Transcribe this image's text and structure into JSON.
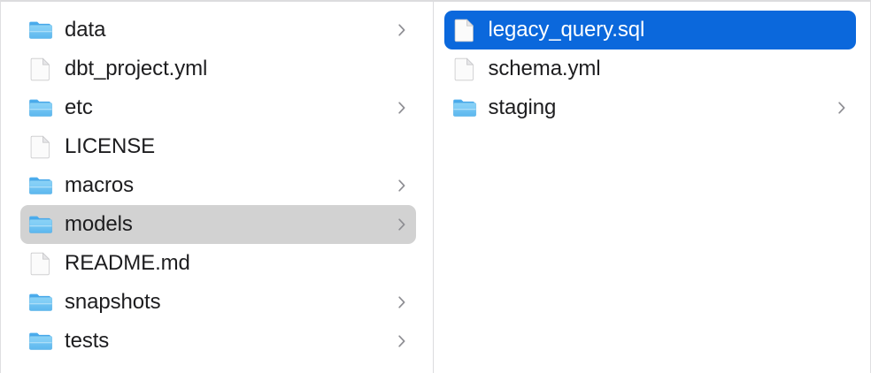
{
  "window": {
    "view_mode": "column-view",
    "accent_color": "#0b68dc",
    "selection_gray": "#d2d2d2",
    "divider_color": "#dcdcde",
    "text_color": "#1d1d1f"
  },
  "columns": [
    {
      "name": "parent-column",
      "items": [
        {
          "label": "data",
          "type": "folder",
          "icon": "folder-icon",
          "has_chevron": true,
          "selected": false,
          "selection": "none"
        },
        {
          "label": "dbt_project.yml",
          "type": "file",
          "icon": "document-icon",
          "has_chevron": false,
          "selected": false,
          "selection": "none"
        },
        {
          "label": "etc",
          "type": "folder",
          "icon": "folder-icon",
          "has_chevron": true,
          "selected": false,
          "selection": "none"
        },
        {
          "label": "LICENSE",
          "type": "file",
          "icon": "document-icon",
          "has_chevron": false,
          "selected": false,
          "selection": "none"
        },
        {
          "label": "macros",
          "type": "folder",
          "icon": "folder-icon",
          "has_chevron": true,
          "selected": false,
          "selection": "none"
        },
        {
          "label": "models",
          "type": "folder",
          "icon": "folder-icon",
          "has_chevron": true,
          "selected": true,
          "selection": "gray"
        },
        {
          "label": "README.md",
          "type": "file",
          "icon": "document-icon",
          "has_chevron": false,
          "selected": false,
          "selection": "none"
        },
        {
          "label": "snapshots",
          "type": "folder",
          "icon": "folder-icon",
          "has_chevron": true,
          "selected": false,
          "selection": "none"
        },
        {
          "label": "tests",
          "type": "folder",
          "icon": "folder-icon",
          "has_chevron": true,
          "selected": false,
          "selection": "none"
        }
      ]
    },
    {
      "name": "child-column",
      "items": [
        {
          "label": "legacy_query.sql",
          "type": "file",
          "icon": "document-icon",
          "has_chevron": false,
          "selected": true,
          "selection": "blue"
        },
        {
          "label": "schema.yml",
          "type": "file",
          "icon": "document-icon",
          "has_chevron": false,
          "selected": false,
          "selection": "none"
        },
        {
          "label": "staging",
          "type": "folder",
          "icon": "folder-icon",
          "has_chevron": true,
          "selected": false,
          "selection": "none"
        }
      ]
    }
  ]
}
